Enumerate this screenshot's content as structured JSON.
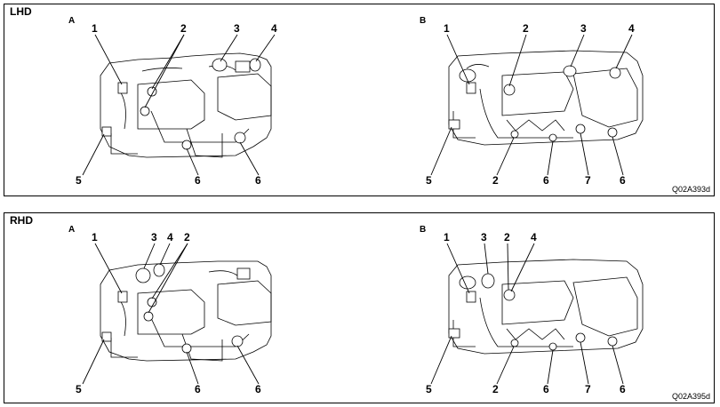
{
  "panels": [
    {
      "heading": "LHD",
      "code": "Q02A393d",
      "views": [
        {
          "label": "A",
          "callouts": [
            "1",
            "2",
            "3",
            "4",
            "5",
            "6",
            "6"
          ]
        },
        {
          "label": "B",
          "callouts": [
            "1",
            "2",
            "3",
            "4",
            "5",
            "2",
            "6",
            "7",
            "6"
          ]
        }
      ]
    },
    {
      "heading": "RHD",
      "code": "Q02A395d",
      "views": [
        {
          "label": "A",
          "callouts": [
            "1",
            "3",
            "4",
            "2",
            "5",
            "6",
            "6"
          ]
        },
        {
          "label": "B",
          "callouts": [
            "1",
            "3",
            "2",
            "4",
            "5",
            "2",
            "6",
            "7",
            "6"
          ]
        }
      ]
    }
  ]
}
